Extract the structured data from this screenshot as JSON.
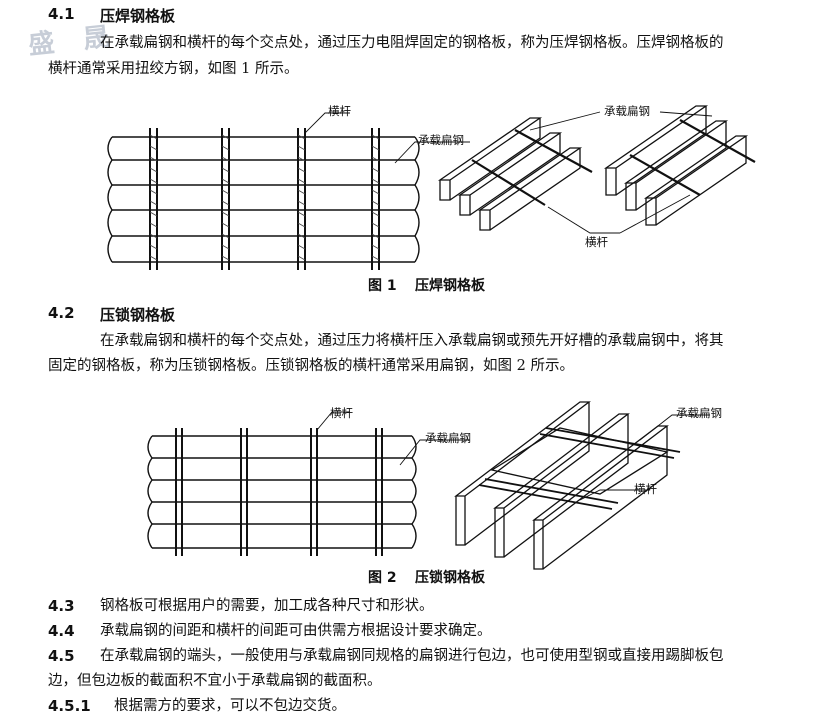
{
  "watermark": "盛 晟",
  "s41": {
    "num": "4.1",
    "title": "压焊钢格板",
    "para1": "在承载扁钢和横杆的每个交点处，通过压力电阻焊固定的钢格板，称为压焊钢格板。压焊钢格板的",
    "para2": "横杆通常采用扭绞方钢，如图 1 所示。"
  },
  "fig1": {
    "label_crossbar_left": "横杆",
    "label_bearing_left": "承载扁钢",
    "label_bearing_right": "承载扁钢",
    "label_crossbar_right": "横杆",
    "caption_num": "图 1",
    "caption_title": "压焊钢格板"
  },
  "s42": {
    "num": "4.2",
    "title": "压锁钢格板",
    "para1": "在承载扁钢和横杆的每个交点处，通过压力将横杆压入承载扁钢或预先开好槽的承载扁钢中，将其",
    "para2": "固定的钢格板，称为压锁钢格板。压锁钢格板的横杆通常采用扁钢，如图 2 所示。"
  },
  "fig2": {
    "label_crossbar_left": "横杆",
    "label_bearing_left": "承载扁钢",
    "label_bearing_right": "承载扁钢",
    "label_crossbar_right": "横杆",
    "caption_num": "图 2",
    "caption_title": "压锁钢格板"
  },
  "s43": {
    "num": "4.3",
    "text": "钢格板可根据用户的需要，加工成各种尺寸和形状。"
  },
  "s44": {
    "num": "4.4",
    "text": "承载扁钢的间距和横杆的间距可由供需方根据设计要求确定。"
  },
  "s45": {
    "num": "4.5",
    "para1": "在承载扁钢的端头，一般使用与承载扁钢同规格的扁钢进行包边，也可使用型钢或直接用踢脚板包",
    "para2": "边，但包边板的截面积不宜小于承载扁钢的截面积。"
  },
  "s451": {
    "num": "4.5.1",
    "text": "根据需方的要求，可以不包边交货。"
  }
}
